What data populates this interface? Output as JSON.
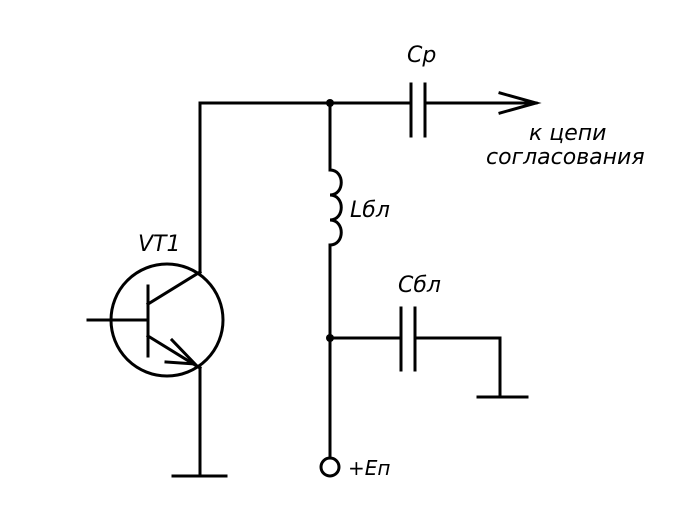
{
  "labels": {
    "transistor": "VT1",
    "coupling_cap": "Cp",
    "choke": "Lбл",
    "bypass_cap": "Cбл",
    "supply": "+Eп",
    "output_line1": "к цепи",
    "output_line2": "согласования"
  }
}
